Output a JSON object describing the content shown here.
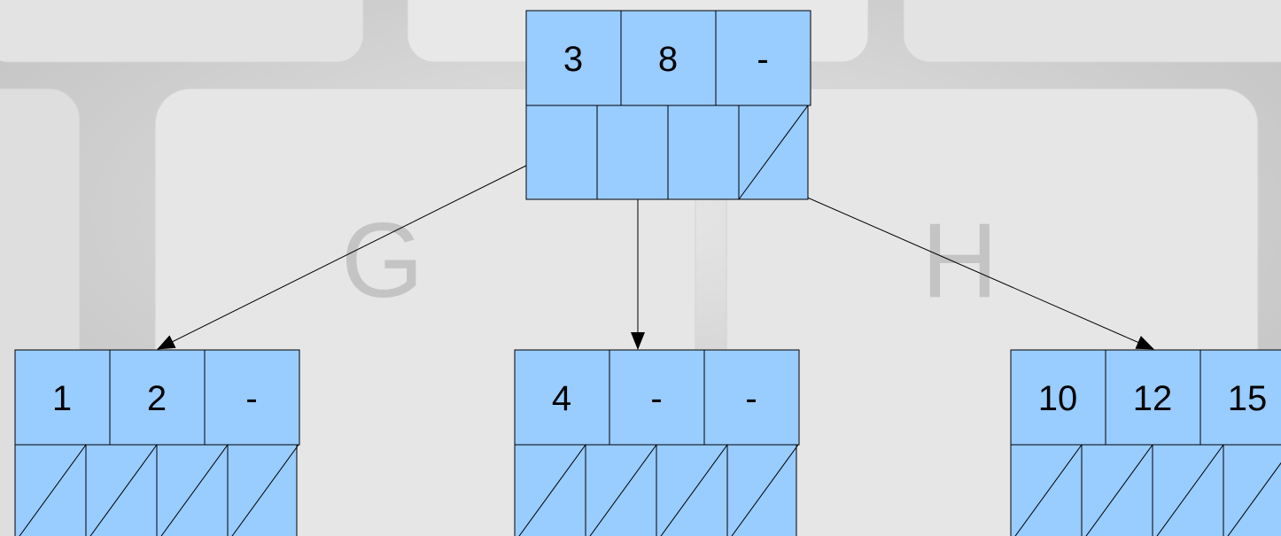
{
  "colors": {
    "node_fill": "#99ccff",
    "stroke": "#000000",
    "background": "#cfcfcf"
  },
  "background_keys": {
    "left": "G",
    "right": "H"
  },
  "nodes": [
    {
      "id": "root",
      "keys": [
        "3",
        "8",
        "-"
      ],
      "pointers": [
        true,
        true,
        true,
        false
      ]
    },
    {
      "id": "child-left",
      "keys": [
        "1",
        "2",
        "-"
      ],
      "pointers": [
        false,
        false,
        false,
        false
      ]
    },
    {
      "id": "child-middle",
      "keys": [
        "4",
        "-",
        "-"
      ],
      "pointers": [
        false,
        false,
        false,
        false
      ]
    },
    {
      "id": "child-right",
      "keys": [
        "10",
        "12",
        "15"
      ],
      "pointers": [
        false,
        false,
        false,
        false
      ]
    }
  ],
  "edges": [
    {
      "from": "root",
      "pointer": 0,
      "to": "child-left"
    },
    {
      "from": "root",
      "pointer": 1,
      "to": "child-middle"
    },
    {
      "from": "root",
      "pointer": 2,
      "to": "child-right"
    }
  ]
}
